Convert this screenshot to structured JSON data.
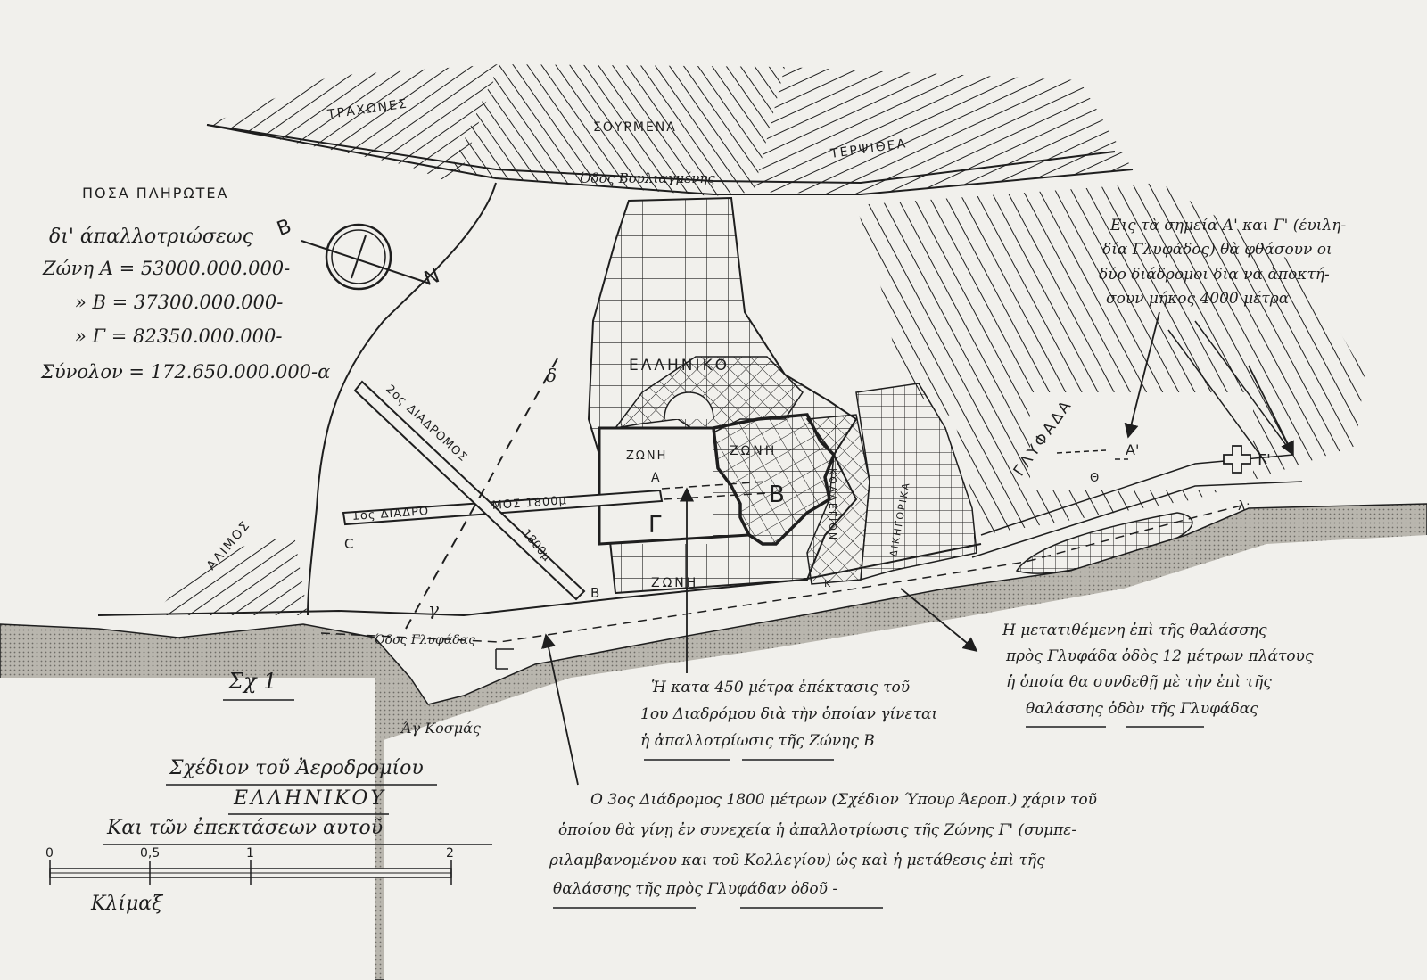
{
  "districts": {
    "trachones": "ΤΡΑΧΩΝΕΣ",
    "sourmena": "ΣΟΥΡΜΕΝΑ",
    "terpsithea": "ΤΕΡΨΙΘΕΑ",
    "elliniko": "ΕΛΛΗΝΙΚΟ",
    "glyfada": "ΓΛΥΦΑΔΑ",
    "alimos": "ΑΛΙΜΟΣ",
    "ag_kosmas": "Άγ Κοσμάς"
  },
  "roads": {
    "vouliagmenis": "Όδος Βουλιαγμένης",
    "glyfadas": "Όδος Γλυφάδας"
  },
  "runways": {
    "runway_1_a": "1ος ΔΙΑΔΡΟ",
    "runway_1_b": "ΜΟΣ 1800μ",
    "runway_2": "2ος ΔΙΑΔΡΟΜΟΣ",
    "runway_2_len": "1800μ"
  },
  "zones": {
    "zone_a_title": "ΖΩΝΗ",
    "zone_a_letter": "Α",
    "zone_b_title": "ΖΩΝΗ",
    "zone_b_letter": "Β",
    "zone_g_title": "ΖΩΝΗ",
    "zone_g_letter": "Γ",
    "kollegion": "ΚΟΛΛΕΓΙΟΝ",
    "dikigoriki": "ΔΙΚΗΓΟΡΙΚΑ"
  },
  "point_letters": {
    "delta": "δ",
    "gamma": "γ",
    "beta": "Β",
    "c_mark": "C",
    "a_point": "Α'",
    "g_point": "Γ'",
    "theta": "Θ",
    "lambda": "λ",
    "kappa": "Κ"
  },
  "compass": {
    "north": "Β",
    "south": "Ν"
  },
  "payments": {
    "heading": "ΠΟΣΑ ΠΛΗΡΩΤΕΑ",
    "subheading": "δι' άπαλλοτριώσεως",
    "rows": [
      "Ζώνη  Α  = 53000.000.000-",
      "»    Β  = 37300.000.000-",
      "»    Γ  = 82350.000.000-",
      "Σύνολον = 172.650.000.000-α"
    ]
  },
  "notes": {
    "points_note": [
      "Εις τὰ σημεία Α' και Γ' (έυιλη-",
      "δία Γλυφάδος) θὰ φθάσουν οι",
      "δύο διάδρομοι δια νὰ ἀποκτή-",
      "σουν μήκος 4000 μέτρα"
    ],
    "road_note": [
      "Η μετατιθέμενη ἐπὶ τῆς θαλάσσης",
      "πρὸς Γλυφάδα ὁδὸς 12 μέτρων πλάτους",
      "ἡ ὁποία θα συνδεθῇ μὲ τὴν ἐπὶ τῆς",
      "θαλάσσης ὁδὸν τῆς Γλυφάδας"
    ],
    "extension_note": [
      "Ἡ κατα 450 μέτρα ἐπέκτασις τοῦ",
      "1ου Διαδρόμου διὰ τὴν ὁποίαν γίνεται",
      "ἡ ἀπαλλοτρίωσις τῆς Ζώνης Β"
    ],
    "third_runway_note": [
      "Ο 3ος Διάδρομος 1800 μέτρων (Σχέδιον Ύπουρ Άεροπ.) χάριν τοῦ",
      "ὁποίου θὰ γίνῃ ἐν συνεχεία ἡ ἀπαλλοτρίωσις τῆς Ζώνης Γ' (συμπε-",
      "ριλαμβανομένου και τοῦ Κολλεγίου) ὡς καὶ ἡ μετάθεσις ἐπὶ τῆς",
      "θαλάσσης τῆς πρὸς Γλυφάδαν ὁδοῦ -"
    ]
  },
  "title": {
    "fig": "Σχ 1",
    "line1": "Σχέδιον τοῦ Ἀεροδρομίου",
    "line2": "ΕΛΛΗΝΙΚΟΥ",
    "line3": "Και τῶν ἐπεκτάσεων αυτοῦ"
  },
  "scale": {
    "ticks": [
      "0",
      "0,5",
      "1",
      "2"
    ],
    "label": "Κλίμαξ"
  },
  "colors": {
    "ink": "#1e1e1e",
    "paper": "#f1f0ec",
    "sea": "#b9b6ae"
  }
}
